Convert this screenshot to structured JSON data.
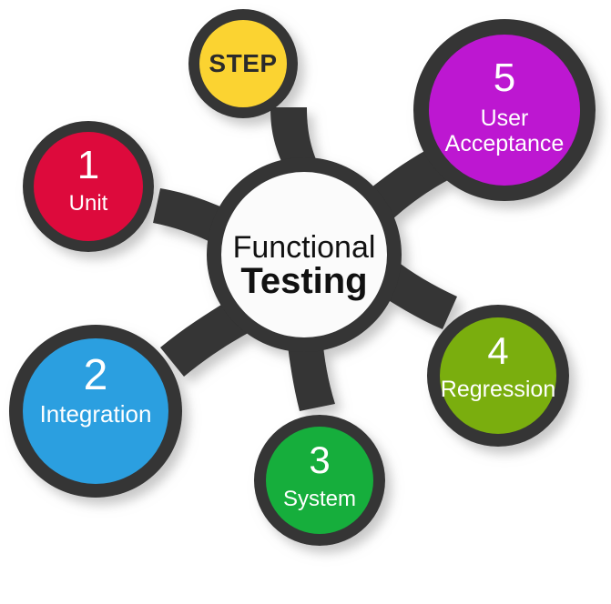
{
  "diagram": {
    "title_top": "Functional",
    "title_bottom": "Testing",
    "step_badge": "STEP",
    "ring_color": "#343434",
    "center_fill": "#fbfbfb",
    "center_text_color": "#111111",
    "background": "#ffffff",
    "shadow_color": "#c9c9c9"
  },
  "nodes": [
    {
      "id": "unit",
      "number": "1",
      "label": "Unit",
      "color": "#dd0a3c",
      "text_color": "#ffffff"
    },
    {
      "id": "integration",
      "number": "2",
      "label": "Integration",
      "color": "#2b9fe0",
      "text_color": "#ffffff"
    },
    {
      "id": "system",
      "number": "3",
      "label": "System",
      "color": "#16ae3c",
      "text_color": "#ffffff"
    },
    {
      "id": "regression",
      "number": "4",
      "label": "Regression",
      "color": "#7aae0e",
      "text_color": "#ffffff"
    },
    {
      "id": "user-acceptance",
      "number": "5",
      "label_line1": "User",
      "label_line2": "Acceptance",
      "color": "#bd17d1",
      "text_color": "#ffffff"
    },
    {
      "id": "step",
      "number": "",
      "label": "STEP",
      "color": "#fbd331",
      "text_color": "#2b2b2b"
    }
  ]
}
